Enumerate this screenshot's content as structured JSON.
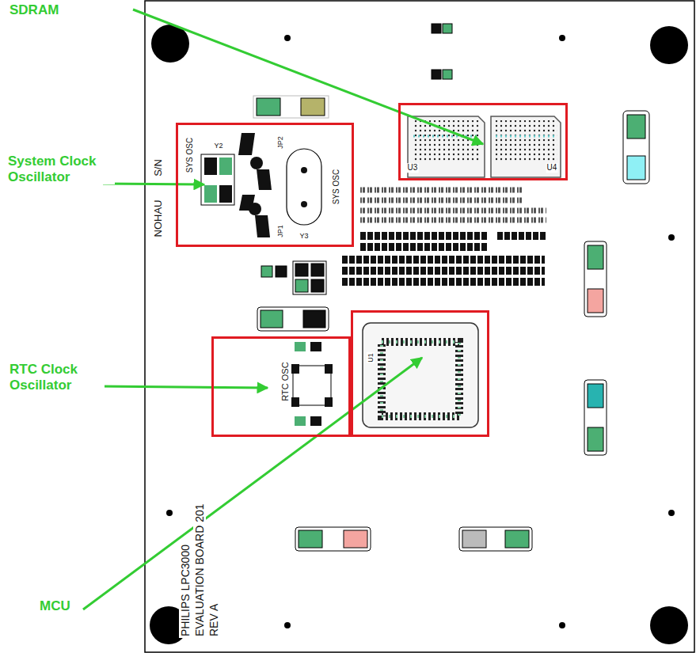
{
  "diagram": {
    "nodes": [
      {
        "text": [
          "U3",
          "U4"
        ]
      },
      {
        "text": [
          "SYS OSC",
          "Y2",
          "JP2",
          "JP1",
          "SYS OSC",
          "Y3"
        ]
      },
      {
        "text": [
          "RTC OSC"
        ]
      },
      {
        "text": [
          "U1"
        ]
      }
    ],
    "labels": [
      "SDRAM",
      "System Clock Oscillator",
      "RTC Clock Oscillator",
      "MCU",
      "S/N",
      "NOHAU",
      "PHILIPS LPC3000",
      "EVALUATION BOARD 201",
      "REV A"
    ]
  }
}
